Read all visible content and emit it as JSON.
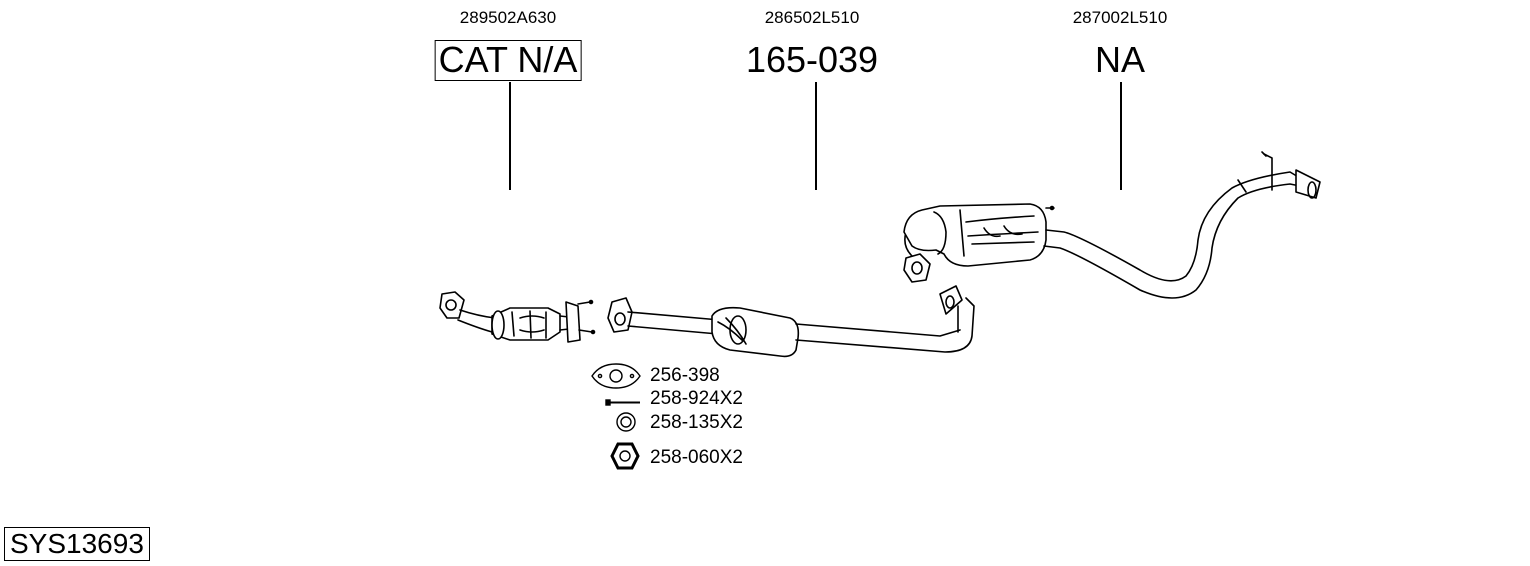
{
  "parts": [
    {
      "oem": "289502A630",
      "code": "CAT N/A",
      "boxed": true,
      "name": "catalytic-converter"
    },
    {
      "oem": "286502L510",
      "code": "165-039",
      "boxed": false,
      "name": "front-pipe-silencer"
    },
    {
      "oem": "287002L510",
      "code": "NA",
      "boxed": false,
      "name": "rear-silencer"
    }
  ],
  "hardware": [
    {
      "code": "256-398",
      "icon": "gasket-icon"
    },
    {
      "code": "258-924X2",
      "icon": "bolt-icon"
    },
    {
      "code": "258-135X2",
      "icon": "spring-washer-icon"
    },
    {
      "code": "258-060X2",
      "icon": "hex-nut-icon"
    }
  ],
  "system_code": "SYS13693"
}
